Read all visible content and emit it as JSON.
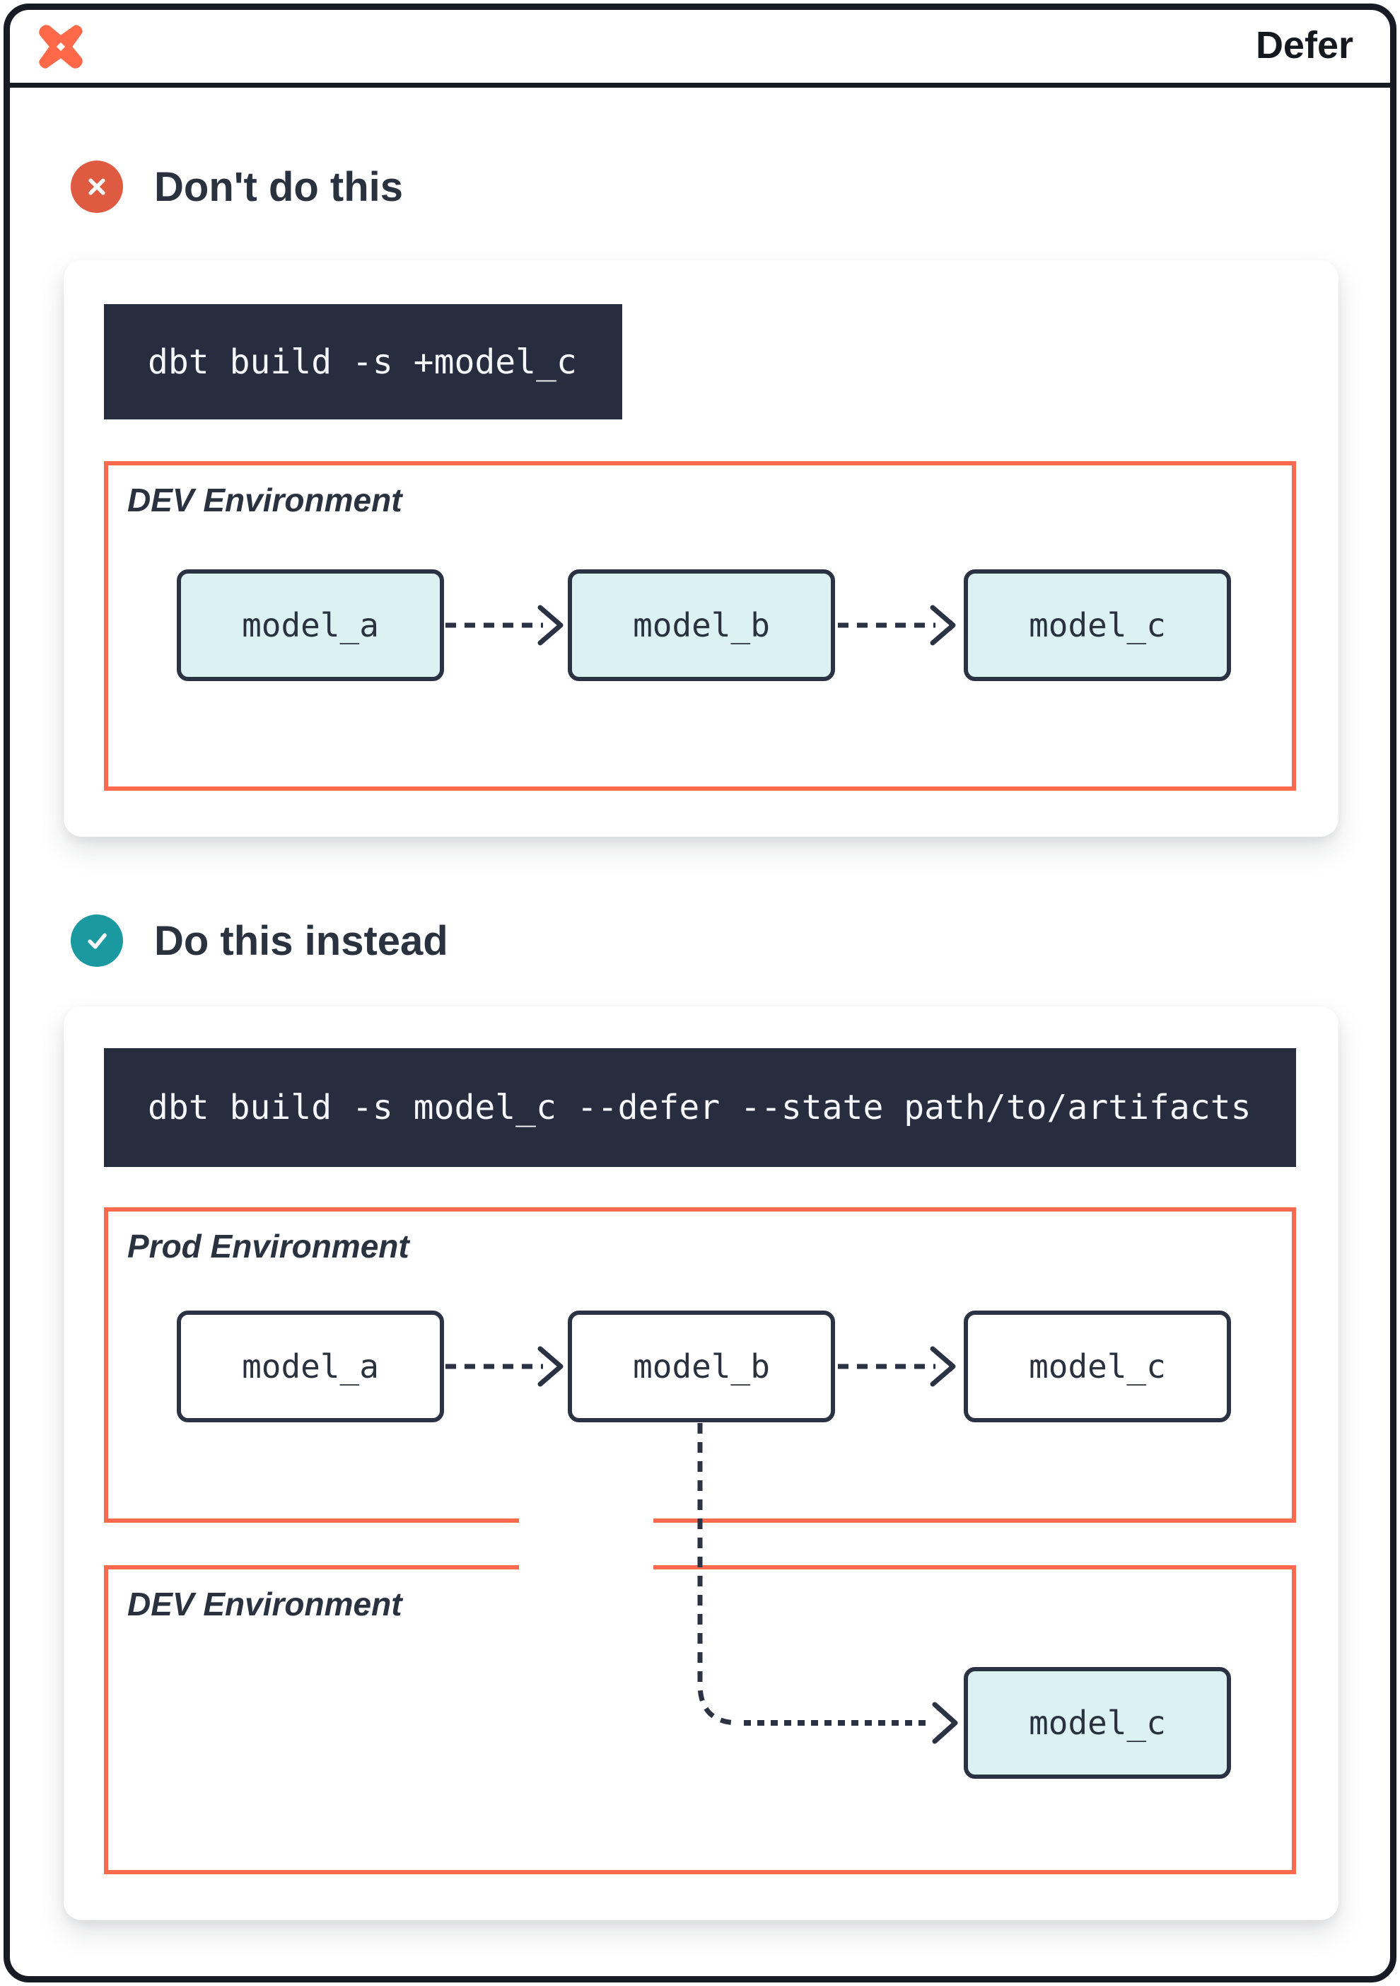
{
  "header": {
    "app_title": "Defer"
  },
  "dont": {
    "heading": "Don't do this",
    "command": "dbt build -s +model_c",
    "env_label": "DEV Environment",
    "models": [
      "model_a",
      "model_b",
      "model_c"
    ]
  },
  "do": {
    "heading": "Do this instead",
    "command": "dbt build -s model_c --defer --state path/to/artifacts",
    "prod_label": "Prod Environment",
    "prod_models": [
      "model_a",
      "model_b",
      "model_c"
    ],
    "dev_label": "DEV Environment",
    "dev_models": [
      "model_c"
    ]
  },
  "colors": {
    "brand_orange": "#ff694a",
    "env_border_orange": "#fb6a4e",
    "navy": "#2b3243",
    "code_background": "#272d3f",
    "node_teal_fill": "#dcf1f2",
    "error_red": "#de5b42",
    "success_teal": "#1b99a1",
    "frame_dark": "#181b23"
  }
}
